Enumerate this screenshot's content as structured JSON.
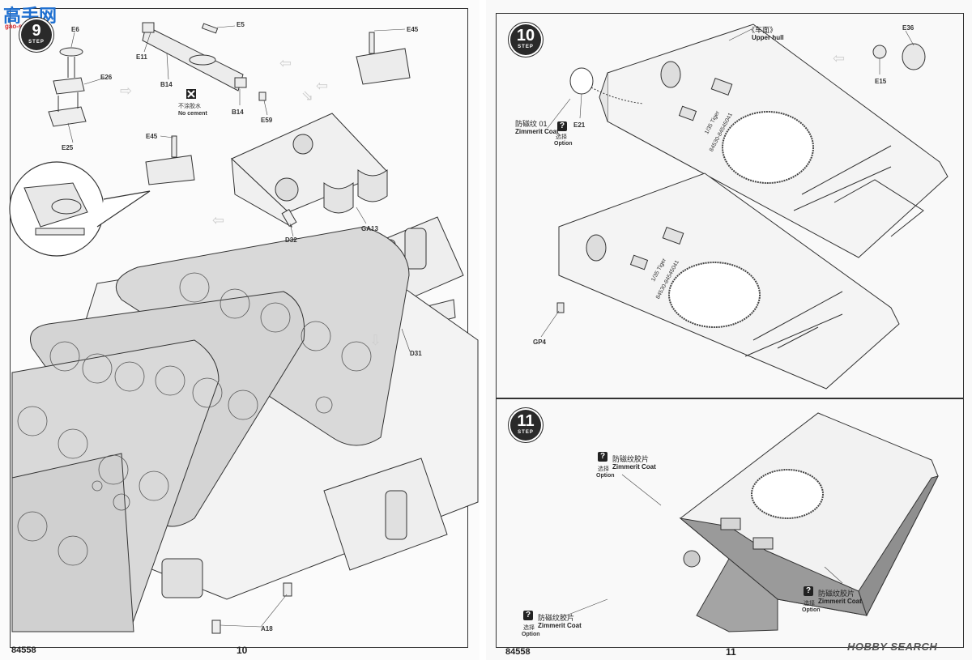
{
  "watermark_left": {
    "line1": "高手网",
    "line2": "gao-shou.com"
  },
  "watermark_right": {
    "brand": "HOBBY SEARCH"
  },
  "left_page": {
    "page_number": "10",
    "catalog_number": "84558",
    "step": {
      "number": "9",
      "label": "STEP"
    },
    "part_labels": {
      "e6": "E6",
      "e26": "E26",
      "e25": "E25",
      "e11": "E11",
      "b14a": "B14",
      "b14b": "B14",
      "e5": "E5",
      "e59": "E59",
      "e45a": "E45",
      "e45b": "E45",
      "d32": "D32",
      "ga13": "GA13",
      "d31": "D31",
      "a18": "A18"
    },
    "no_cement": {
      "cn": "不涂胶水",
      "en": "No cement"
    }
  },
  "right_page": {
    "page_number": "11",
    "catalog_number": "84558",
    "step10": {
      "number": "10",
      "label": "STEP",
      "upper_hull_cn": "《车面》",
      "upper_hull_en": "Upper hull",
      "e36": "E36",
      "e15": "E15",
      "e21": "E21",
      "gp4": "GP4",
      "zimmerit_cn": "防磁纹 01",
      "zimmerit_en": "Zimmerit Coat",
      "option_cn": "选择",
      "option_en": "Option",
      "hull_text_1": "1/35 Tiger",
      "hull_text_2": "84530-84545041"
    },
    "step11": {
      "number": "11",
      "label": "STEP",
      "zimmerit_cn": "防磁纹胶片",
      "zimmerit_en": "Zimmerit Coat",
      "option_cn": "选择",
      "option_en": "Option",
      "question": "?"
    }
  },
  "colors": {
    "ink": "#2a2a2a",
    "paper": "#fbfbfb",
    "zimmerit": "#9a9a9a",
    "watermark_blue": "#1e6fd0",
    "watermark_red": "#d8262a"
  }
}
